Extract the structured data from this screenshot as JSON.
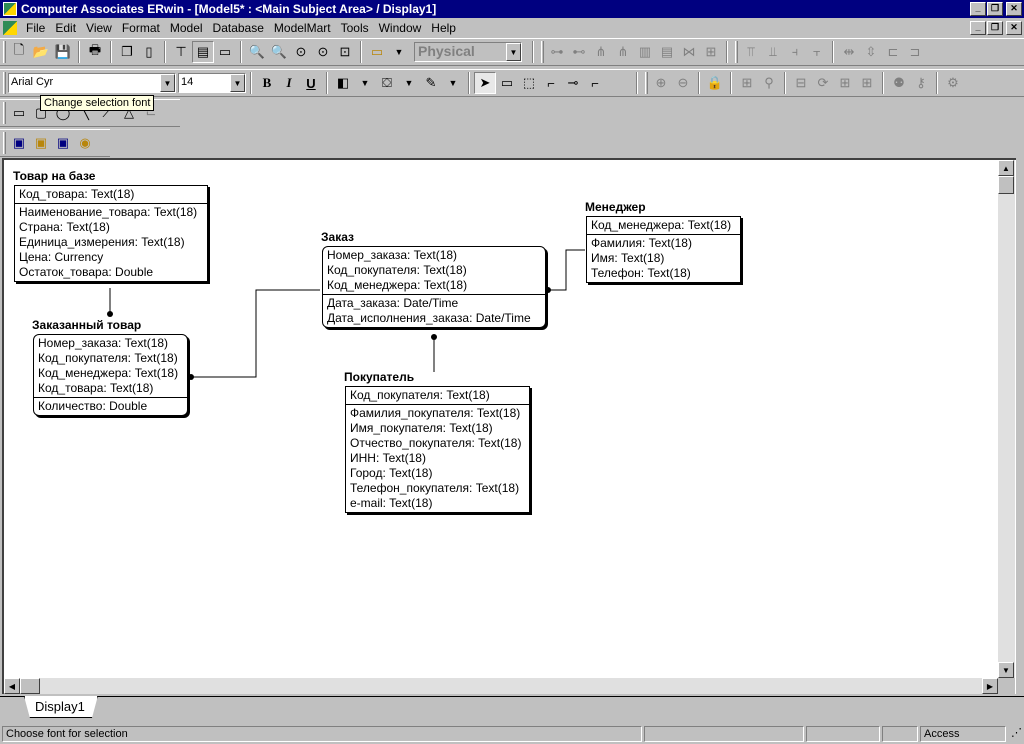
{
  "window": {
    "title": "Computer Associates ERwin - [Model5* : <Main Subject Area> / Display1]"
  },
  "menu": [
    "File",
    "Edit",
    "View",
    "Format",
    "Model",
    "Database",
    "ModelMart",
    "Tools",
    "Window",
    "Help"
  ],
  "toolbar": {
    "view_mode": "Physical",
    "font_name": "Arial Cyr",
    "font_size": "14",
    "bold_label": "B",
    "italic_label": "I",
    "underline_label": "U"
  },
  "tooltip": "Change selection font",
  "entities": {
    "tovar": {
      "name": "Товар на базе",
      "keys": [
        "Код_товара: Text(18)"
      ],
      "attrs": [
        "Наименование_товара: Text(18)",
        "Страна: Text(18)",
        "Единица_измерения: Text(18)",
        "Цена: Currency",
        "Остаток_товара: Double"
      ]
    },
    "zakaz_tovar": {
      "name": "Заказанный товар",
      "keys": [
        "Номер_заказа: Text(18)",
        "Код_покупателя: Text(18)",
        "Код_менеджера: Text(18)",
        "Код_товара: Text(18)"
      ],
      "attrs": [
        "Количество: Double"
      ]
    },
    "zakaz": {
      "name": "Заказ",
      "keys": [
        "Номер_заказа: Text(18)",
        "Код_покупателя: Text(18)",
        "Код_менеджера: Text(18)"
      ],
      "attrs": [
        "Дата_заказа: Date/Time",
        "Дата_исполнения_заказа: Date/Time"
      ]
    },
    "manager": {
      "name": "Менеджер",
      "keys": [
        "Код_менеджера: Text(18)"
      ],
      "attrs": [
        "Фамилия: Text(18)",
        "Имя: Text(18)",
        "Телефон: Text(18)"
      ]
    },
    "pokupatel": {
      "name": "Покупатель",
      "keys": [
        "Код_покупателя: Text(18)"
      ],
      "attrs": [
        "Фамилия_покупателя: Text(18)",
        "Имя_покупателя: Text(18)",
        "Отчество_покупателя: Text(18)",
        "ИНН: Text(18)",
        "Город: Text(18)",
        "Телефон_покупателя: Text(18)",
        "e-mail: Text(18)"
      ]
    }
  },
  "tabs": [
    "Display1"
  ],
  "status": {
    "message": "Choose font for selection",
    "access": "Access"
  }
}
